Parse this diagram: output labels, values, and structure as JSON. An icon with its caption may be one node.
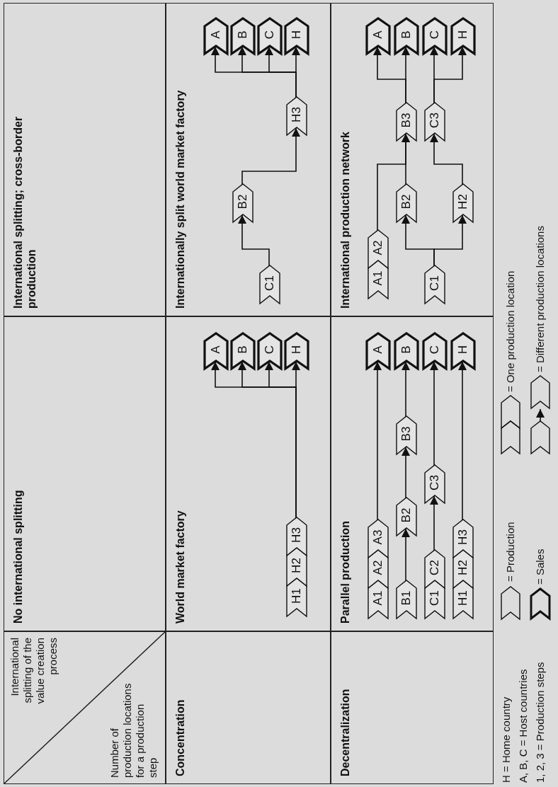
{
  "diagram": {
    "nodes": [
      {
        "text": [
          "International splitting of the value creation process",
          "Number of production locations for a production step"
        ]
      },
      {
        "text": [
          "No international splitting"
        ]
      },
      {
        "text": [
          "International splitting; cross-border production"
        ]
      },
      {
        "text": [
          "Concentration"
        ]
      },
      {
        "text": [
          "Decentralization"
        ]
      },
      {
        "text": [
          "World market factory"
        ]
      },
      {
        "text": [
          "H1"
        ],
        "in": 5
      },
      {
        "text": [
          "H2"
        ],
        "in": 5
      },
      {
        "text": [
          "H3"
        ],
        "in": 5
      },
      {
        "text": [
          "A"
        ],
        "in": 5
      },
      {
        "text": [
          "B"
        ],
        "in": 5
      },
      {
        "text": [
          "C"
        ],
        "in": 5
      },
      {
        "text": [
          "H"
        ],
        "in": 5
      },
      {
        "text": [
          "Internationally split world market factory"
        ]
      },
      {
        "text": [
          "C1"
        ],
        "in": 13
      },
      {
        "text": [
          "B2"
        ],
        "in": 13
      },
      {
        "text": [
          "H3"
        ],
        "in": 13
      },
      {
        "text": [
          "A"
        ],
        "in": 13
      },
      {
        "text": [
          "B"
        ],
        "in": 13
      },
      {
        "text": [
          "C"
        ],
        "in": 13
      },
      {
        "text": [
          "H"
        ],
        "in": 13
      },
      {
        "text": [
          "Parallel production"
        ]
      },
      {
        "text": [
          "A1"
        ],
        "in": 21
      },
      {
        "text": [
          "A2"
        ],
        "in": 21
      },
      {
        "text": [
          "A3"
        ],
        "in": 21
      },
      {
        "text": [
          "B1"
        ],
        "in": 21
      },
      {
        "text": [
          "B2"
        ],
        "in": 21
      },
      {
        "text": [
          "B3"
        ],
        "in": 21
      },
      {
        "text": [
          "C1"
        ],
        "in": 21
      },
      {
        "text": [
          "C2"
        ],
        "in": 21
      },
      {
        "text": [
          "C3"
        ],
        "in": 21
      },
      {
        "text": [
          "H1"
        ],
        "in": 21
      },
      {
        "text": [
          "H2"
        ],
        "in": 21
      },
      {
        "text": [
          "H3"
        ],
        "in": 21
      },
      {
        "text": [
          "A"
        ],
        "in": 21
      },
      {
        "text": [
          "B"
        ],
        "in": 21
      },
      {
        "text": [
          "C"
        ],
        "in": 21
      },
      {
        "text": [
          "H"
        ],
        "in": 21
      },
      {
        "text": [
          "International production network"
        ]
      },
      {
        "text": [
          "A1"
        ],
        "in": 38
      },
      {
        "text": [
          "A2"
        ],
        "in": 38
      },
      {
        "text": [
          "C1"
        ],
        "in": 38
      },
      {
        "text": [
          "B2"
        ],
        "in": 38
      },
      {
        "text": [
          "H2"
        ],
        "in": 38
      },
      {
        "text": [
          "B3"
        ],
        "in": 38
      },
      {
        "text": [
          "C3"
        ],
        "in": 38
      },
      {
        "text": [
          "A"
        ],
        "in": 38
      },
      {
        "text": [
          "B"
        ],
        "in": 38
      },
      {
        "text": [
          "C"
        ],
        "in": 38
      },
      {
        "text": [
          "H"
        ],
        "in": 38
      }
    ],
    "edges": [
      {
        "from": 8,
        "to": 9,
        "arrow": "to"
      },
      {
        "from": 8,
        "to": 10,
        "arrow": "to"
      },
      {
        "from": 8,
        "to": 11,
        "arrow": "to"
      },
      {
        "from": 8,
        "to": 12,
        "arrow": "to"
      },
      {
        "from": 14,
        "to": 15,
        "arrow": "to"
      },
      {
        "from": 15,
        "to": 16,
        "arrow": "to"
      },
      {
        "from": 16,
        "to": 17,
        "arrow": "to"
      },
      {
        "from": 16,
        "to": 18,
        "arrow": "to"
      },
      {
        "from": 16,
        "to": 19,
        "arrow": "to"
      },
      {
        "from": 16,
        "to": 20,
        "arrow": "to"
      },
      {
        "from": 24,
        "to": 34,
        "arrow": "to"
      },
      {
        "from": 25,
        "to": 26,
        "arrow": "to"
      },
      {
        "from": 26,
        "to": 27,
        "arrow": "to"
      },
      {
        "from": 27,
        "to": 35,
        "arrow": "to"
      },
      {
        "from": 29,
        "to": 30,
        "arrow": "to"
      },
      {
        "from": 30,
        "to": 36,
        "arrow": "to"
      },
      {
        "from": 33,
        "to": 37,
        "arrow": "to"
      },
      {
        "from": 41,
        "to": 42,
        "arrow": "to"
      },
      {
        "from": 41,
        "to": 43,
        "arrow": "to"
      },
      {
        "from": 40,
        "to": 44,
        "arrow": "to"
      },
      {
        "from": 42,
        "to": 44,
        "arrow": "to"
      },
      {
        "from": 43,
        "to": 45,
        "arrow": "to"
      },
      {
        "from": 44,
        "to": 46,
        "arrow": "to"
      },
      {
        "from": 44,
        "to": 47,
        "arrow": "to"
      },
      {
        "from": 45,
        "to": 48,
        "arrow": "to"
      },
      {
        "from": 45,
        "to": 49,
        "arrow": "to"
      }
    ],
    "labels": [
      "H = Home country",
      "A, B, C = Host countries",
      "1, 2, 3 = Production steps"
    ],
    "legend": [
      {
        "text": "= Production"
      },
      {
        "text": "= Sales"
      },
      {
        "text": "= One production location"
      },
      {
        "text": "= Different production locations"
      }
    ]
  }
}
